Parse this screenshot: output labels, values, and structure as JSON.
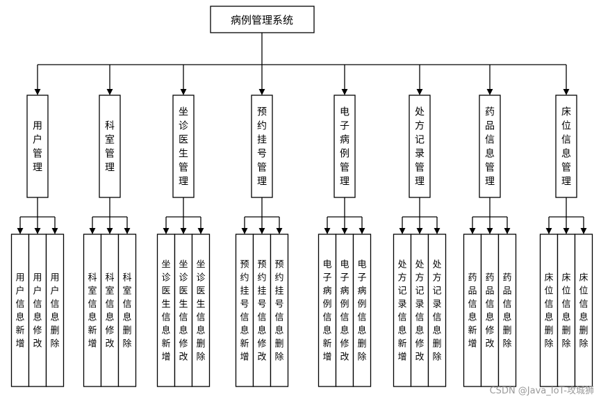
{
  "root": {
    "label": "病例管理系统"
  },
  "modules": [
    {
      "label": "用户管理",
      "children": [
        "用户信息新增",
        "用户信息修改",
        "用户信息删除"
      ]
    },
    {
      "label": "科室管理",
      "children": [
        "科室信息新增",
        "科室信息修改",
        "科室信息删除"
      ]
    },
    {
      "label": "坐诊医生管理",
      "children": [
        "坐诊医生信息新增",
        "坐诊医生信息修改",
        "坐诊医生信息删除"
      ]
    },
    {
      "label": "预约挂号管理",
      "children": [
        "预约挂号信息新增",
        "预约挂号信息修改",
        "预约挂号信息删除"
      ]
    },
    {
      "label": "电子病例管理",
      "children": [
        "电子病例信息新增",
        "电子病例信息修改",
        "电子病例信息删除"
      ]
    },
    {
      "label": "处方记录管理",
      "children": [
        "处方记录信息新增",
        "处方记录信息修改",
        "处方记录信息删除"
      ]
    },
    {
      "label": "药品信息管理",
      "children": [
        "药品信息新增",
        "药品信息修改",
        "药品信息删除"
      ]
    },
    {
      "label": "床位信息管理",
      "children": [
        "床位信息删除",
        "床位信息删除",
        "床位信息删除"
      ]
    }
  ],
  "watermark": "CSDN @Java_IoT-攻城狮"
}
